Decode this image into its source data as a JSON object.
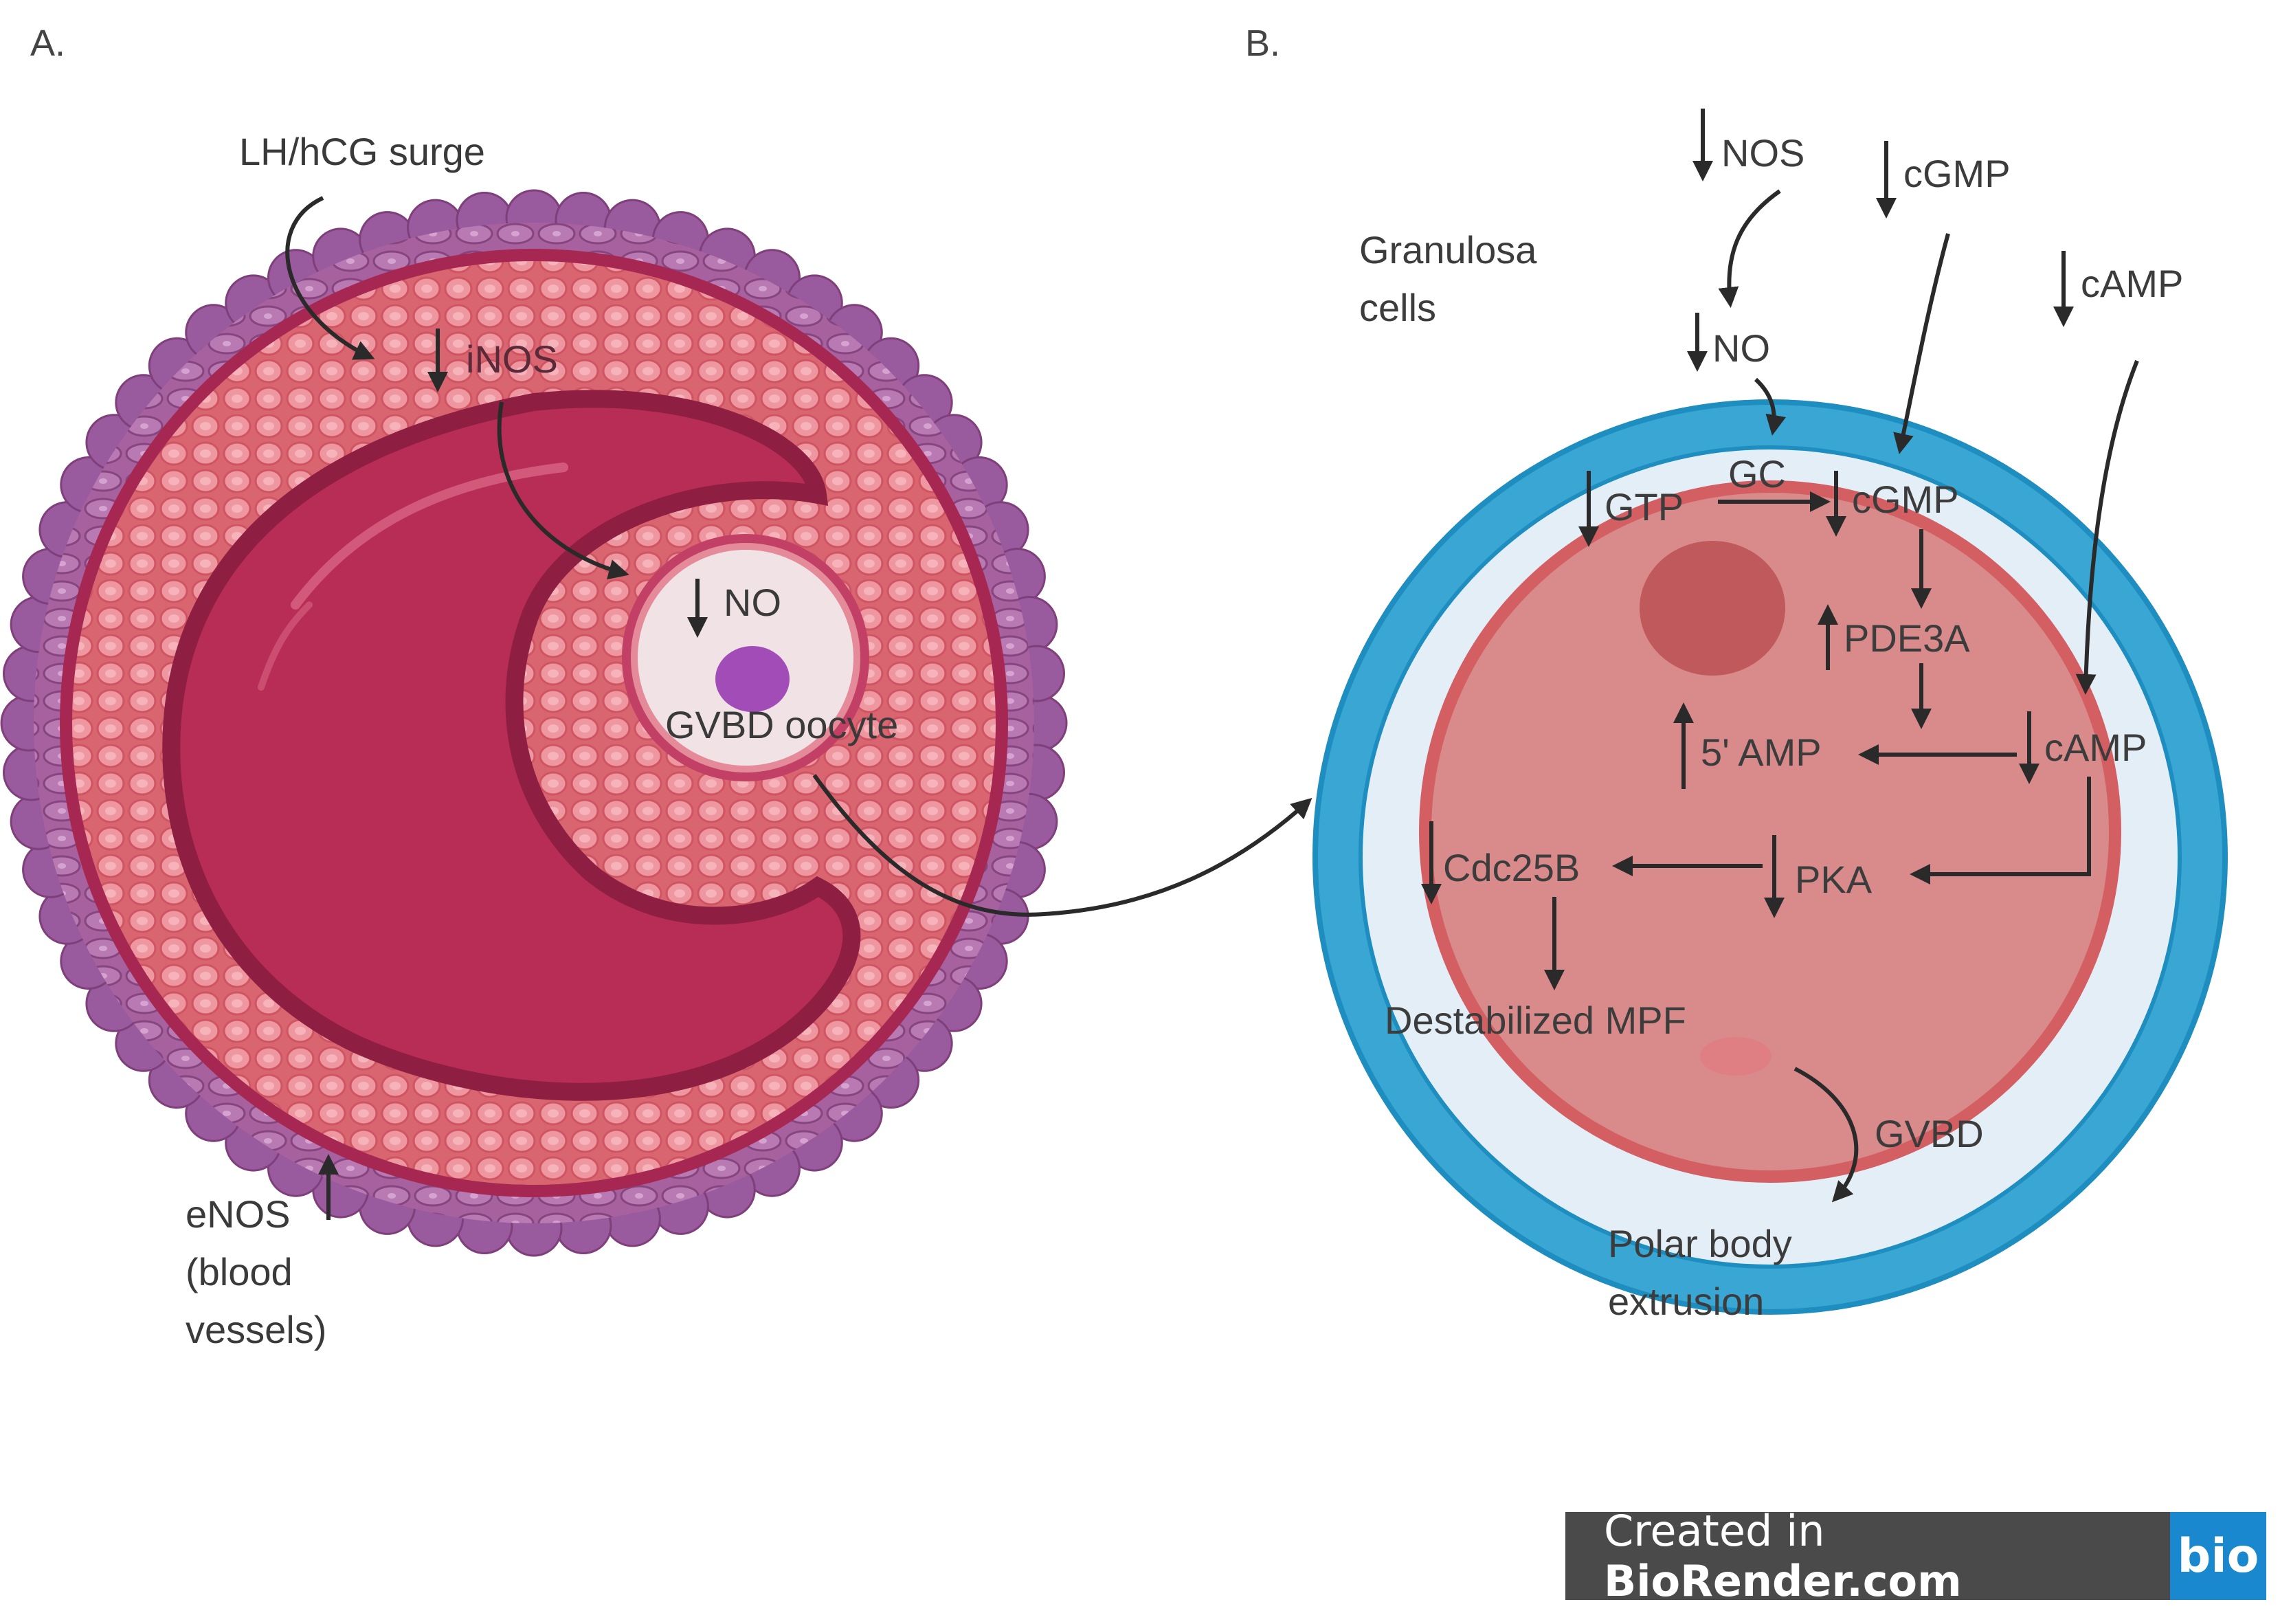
{
  "panel_a": {
    "label": "A.",
    "lh_surge": "LH/hCG surge",
    "inos": "iNOS",
    "no": "NO",
    "gvbd_oocyte": "GVBD oocyte",
    "enos": "eNOS\n(blood\nvessels)"
  },
  "panel_b": {
    "label": "B.",
    "nos": "NOS",
    "cgmp_top": "cGMP",
    "camp_top": "cAMP",
    "granulosa": "Granulosa\ncells",
    "no": "NO",
    "gc": "GC",
    "gtp": "GTP",
    "cgmp": "cGMP",
    "pde3a": "PDE3A",
    "amp5": "5' AMP",
    "camp": "cAMP",
    "cdc25b": "Cdc25B",
    "pka": "PKA",
    "mpf": "Destabilized MPF",
    "gvbd": "GVBD",
    "polar": "Polar body\nextrusion"
  },
  "badge": {
    "prefix": "Created in ",
    "brand": "BioRender.com",
    "logo": "bio"
  },
  "colors": {
    "theca": "#9a5a9e",
    "granulosa_pink": "#e8848f",
    "antrum": "#b4294c",
    "oocyte_cytoplasm": "#f2e3e6",
    "nucleus": "#a24cb8",
    "zona_blue": "#3aa7d3",
    "perivitelline": "#e4eff7",
    "ooplasm": "#da8b8b",
    "gv": "#c0595c"
  }
}
